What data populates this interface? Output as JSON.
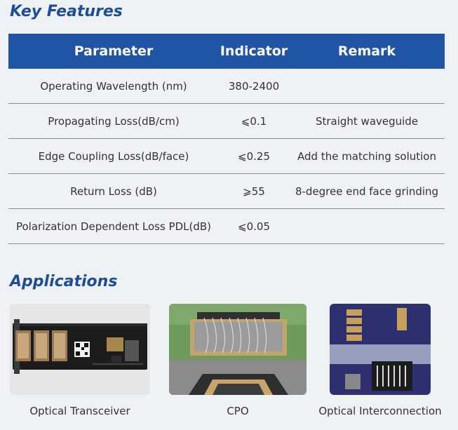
{
  "key_features": {
    "title": "Key Features",
    "headers": {
      "parameter": "Parameter",
      "indicator": "Indicator",
      "remark": "Remark"
    },
    "rows": [
      {
        "parameter": "Operating Wavelength (nm)",
        "indicator": "380-2400",
        "remark": ""
      },
      {
        "parameter": "Propagating Loss(dB/cm)",
        "indicator": "⩽0.1",
        "remark": "Straight waveguide"
      },
      {
        "parameter": "Edge Coupling Loss(dB/face)",
        "indicator": "⩽0.25",
        "remark": "Add the matching solution"
      },
      {
        "parameter": "Return Loss (dB)",
        "indicator": "⩾55",
        "remark": "8-degree end face grinding"
      },
      {
        "parameter": "Polarization Dependent Loss PDL(dB)",
        "indicator": "⩽0.05",
        "remark": ""
      }
    ]
  },
  "applications": {
    "title": "Applications",
    "items": [
      {
        "caption": "Optical Transceiver",
        "image": "optical-transceiver-photo"
      },
      {
        "caption": "CPO",
        "image": "cpo-render"
      },
      {
        "caption": "Optical Interconnection",
        "image": "optical-interconnection-render"
      }
    ]
  },
  "colors": {
    "accent": "#1f4e96",
    "header_bg": "#2054a4",
    "page_bg": "#eef2f5",
    "row_line": "#8c8c8c"
  }
}
